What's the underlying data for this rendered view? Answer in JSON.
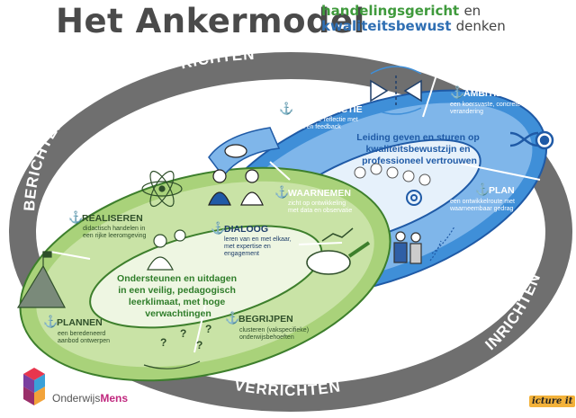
{
  "header": {
    "title": "Het Ankermodel",
    "subtitle_green": "handelingsgericht",
    "subtitle_en": "en",
    "subtitle_blue": "kwaliteitsbewust",
    "subtitle_tail": "denken"
  },
  "outer_ring": {
    "top": "RICHTEN",
    "left": "BERICHTEN",
    "bottom": "VERRICHTEN",
    "right": "INRICHTEN"
  },
  "blue_loop": {
    "center_text": [
      "Leiding geven en sturen op",
      "kwaliteitsbewustzijn en",
      "professioneel vertrouwen"
    ],
    "stages": [
      {
        "title": "CO-REFLECTIE",
        "desc": [
          "collectieve reflectie met",
          "data en feedback"
        ]
      },
      {
        "title": "AMBITIE",
        "desc": [
          "een koersvaste, concrete",
          "verandering"
        ]
      },
      {
        "title": "PLAN",
        "desc": [
          "een ontwikkelroute met",
          "waarneembaar gedrag"
        ]
      },
      {
        "title": "WAARNEMEN",
        "desc": [
          "zicht op ontwikkeling",
          "met data en observatie"
        ]
      }
    ]
  },
  "green_loop": {
    "center_text": [
      "Ondersteunen en uitdagen",
      "in een veilig, pedagogisch",
      "leerklimaat, met hoge",
      "verwachtingen"
    ],
    "stages": [
      {
        "title": "REALISEREN",
        "desc": [
          "didactisch handelen in",
          "een rijke leeromgeving"
        ]
      },
      {
        "title": "DIALOOG",
        "desc": [
          "leren van en met elkaar,",
          "met expertise en",
          "engagement"
        ]
      },
      {
        "title": "PLANNEN",
        "desc": [
          "een beredeneerd",
          "aanbod ontwerpen"
        ]
      },
      {
        "title": "BEGRIJPEN",
        "desc": [
          "clusteren (vakspecifieke)",
          "onderwijsbehoeften"
        ]
      }
    ]
  },
  "footer": {
    "brand_plain": "Onderwijs",
    "brand_bold": "Mens",
    "signature": "icture it"
  },
  "colors": {
    "ring": "#6f6f6f",
    "green": "#a9d27a",
    "green_inner": "#eef6e2",
    "blue": "#3f8fd8",
    "blue_inner": "#e6f1fb",
    "green_text": "#2f7d2a",
    "blue_text": "#1f5aa6"
  }
}
